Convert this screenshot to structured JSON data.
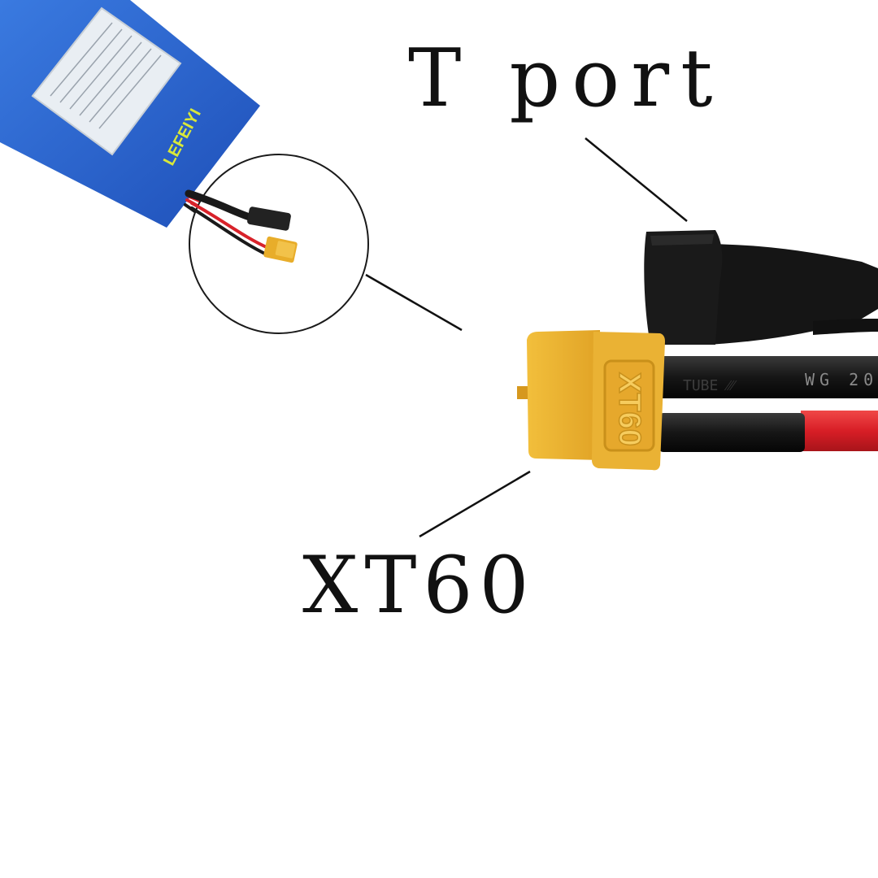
{
  "labels": {
    "t_port": "T port",
    "xt60": "XT60"
  },
  "battery": {
    "brand": "LEFEIYI"
  },
  "connector": {
    "embossed_text": "XT60"
  },
  "cable": {
    "printed_text": "WG 20"
  },
  "colors": {
    "background": "#ffffff",
    "battery_blue": "#2458c8",
    "connector_yellow": "#e8ad2a",
    "wire_red": "#d8222a",
    "wire_black": "#1a1a1a",
    "brand_text": "#d8e83a",
    "leader_line": "#111111"
  },
  "icons": {
    "battery_icon": "battery-pack-icon",
    "zoom_icon": "zoom-circle-icon"
  }
}
